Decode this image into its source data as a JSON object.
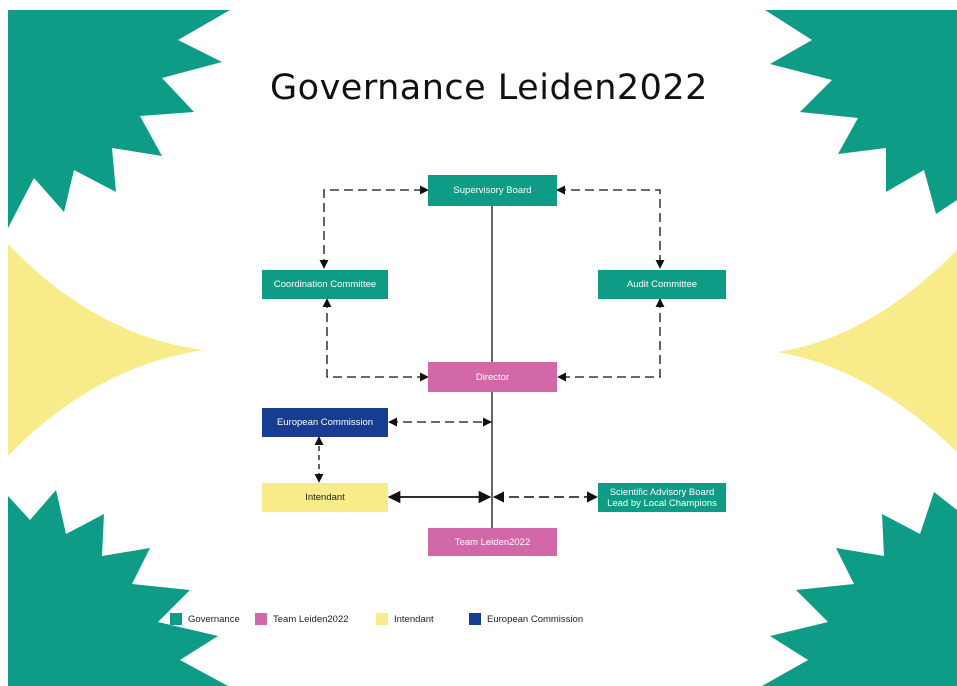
{
  "title": "Governance Leiden2022",
  "colors": {
    "governance": "#0e9c86",
    "team": "#d268a8",
    "intendant": "#f8ec8a",
    "european_commission": "#163d91",
    "decor_green": "#0e9c86",
    "decor_yellow": "#f8ec8a",
    "connector": "#111111"
  },
  "nodes": {
    "supervisory_board": "Supervisory Board",
    "coordination_committee": "Coordination Committee",
    "audit_committee": "Audit Committee",
    "director": "Director",
    "european_commission": "European Commission",
    "intendant": "Intendant",
    "scientific_advisory_board": {
      "line1": "Scientific Advisory Board",
      "line2": "Lead by Local Champions"
    },
    "team_leiden2022": "Team Leiden2022"
  },
  "legend": [
    {
      "label": "Governance",
      "color": "#0e9c86"
    },
    {
      "label": "Team Leiden2022",
      "color": "#d268a8"
    },
    {
      "label": "Intendant",
      "color": "#f8ec8a"
    },
    {
      "label": "European Commission",
      "color": "#163d91"
    }
  ]
}
